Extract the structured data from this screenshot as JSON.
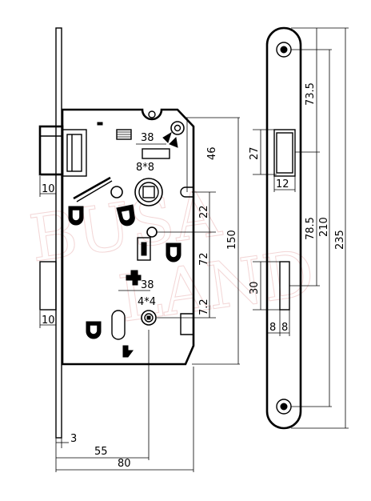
{
  "dimensions": {
    "faceplate_width": "10",
    "faceplate_width_lower": "10",
    "backset_thickness": "3",
    "backset": "55",
    "case_depth": "80",
    "follower_spacing": "38",
    "follower_square": "8*8",
    "cylinder_spacing": "38",
    "cylinder_square": "4*4",
    "offset_46": "46",
    "offset_22": "22",
    "offset_72": "72",
    "offset_7_2": "7.2",
    "case_height": "150",
    "strike_latch_height": "27",
    "strike_latch_width": "12",
    "strike_bolt_height": "30",
    "strike_bolt_w1": "8",
    "strike_bolt_w2": "8",
    "strike_top": "73.5",
    "strike_mid": "78.5",
    "strike_span": "210",
    "strike_total": "235"
  },
  "watermark": "BUSA LAND"
}
